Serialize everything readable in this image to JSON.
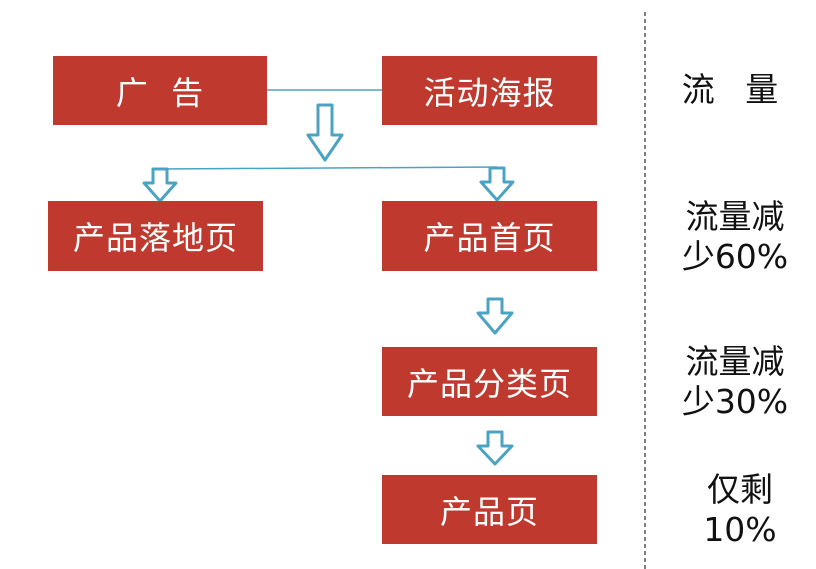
{
  "colors": {
    "box": "#c0392f",
    "arrow_stroke": "#4ba3c3",
    "line": "#4ba3c3",
    "divider": "#555555"
  },
  "boxes": {
    "ad": "广  告",
    "poster": "活动海报",
    "landing": "产品落地页",
    "home": "产品首页",
    "category": "产品分类页",
    "product": "产品页"
  },
  "side_labels": {
    "traffic": "流 量",
    "drop60_line1": "流量减",
    "drop60_line2": "少60%",
    "drop30_line1": "流量减",
    "drop30_line2": "少30%",
    "remain_line1": "仅剩",
    "remain_line2": "10%"
  }
}
